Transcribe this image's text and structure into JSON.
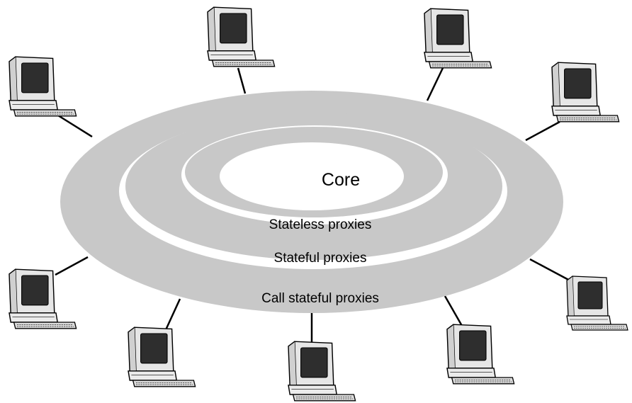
{
  "diagram": {
    "labels": {
      "core": "Core",
      "stateless": "Stateless proxies",
      "stateful": "Stateful proxies",
      "call_stateful": "Call stateful proxies"
    },
    "colors": {
      "ring": "#c8c8c8",
      "background": "#ffffff",
      "line": "#000000",
      "monitor_body": "#e6e6e6",
      "screen": "#2e2e2e"
    },
    "terminals": [
      {
        "icon": "computer-icon"
      },
      {
        "icon": "computer-icon"
      },
      {
        "icon": "computer-icon"
      },
      {
        "icon": "computer-icon"
      },
      {
        "icon": "computer-icon"
      },
      {
        "icon": "computer-icon"
      },
      {
        "icon": "computer-icon"
      },
      {
        "icon": "computer-icon"
      },
      {
        "icon": "computer-icon"
      },
      {
        "icon": "computer-icon"
      }
    ]
  }
}
